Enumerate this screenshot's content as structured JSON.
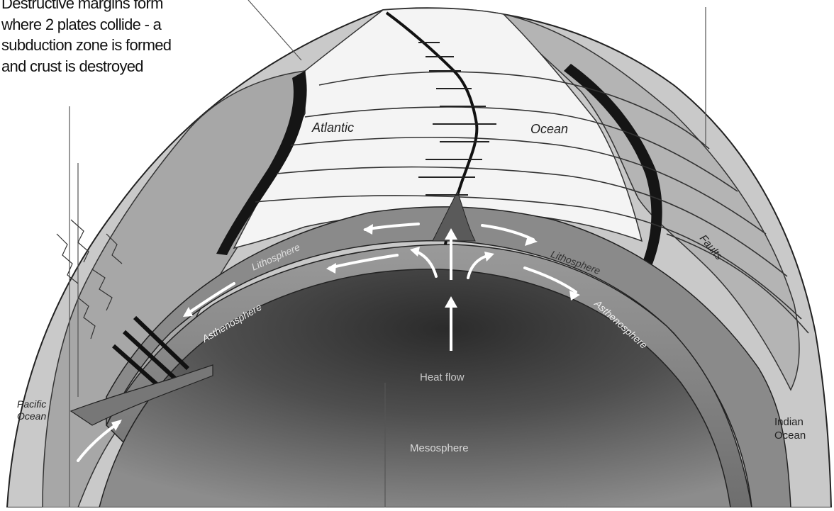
{
  "caption": {
    "lines": [
      "Destructive margins form",
      "where 2 plates collide - a",
      "subduction zone is formed",
      "and crust is destroyed"
    ]
  },
  "labels": {
    "atlantic": "Atlantic",
    "ocean": "Ocean",
    "faults": "Faults",
    "lithosphere_left": "Lithosphere",
    "lithosphere_right": "Lithosphere",
    "asthenosphere_left": "Asthenosphere",
    "asthenosphere_right": "Asthenosphere",
    "heat_flow": "Heat flow",
    "mesosphere": "Mesosphere",
    "pacific_ocean": [
      "Pacific",
      "Ocean"
    ],
    "indian_ocean": [
      "Indian",
      "Ocean"
    ]
  }
}
